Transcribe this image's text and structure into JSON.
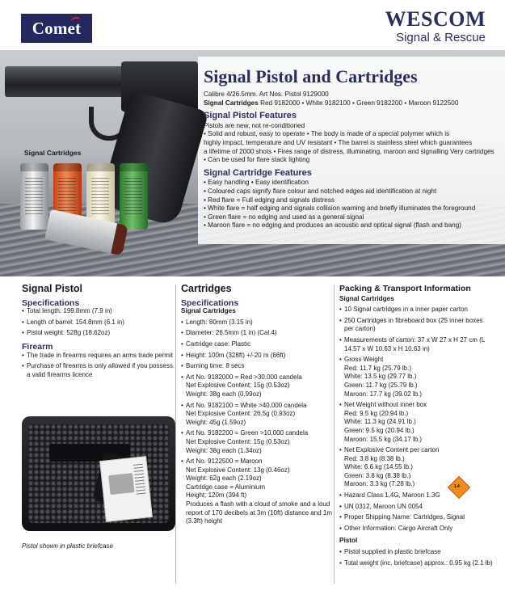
{
  "header": {
    "comet_logo": "Comet",
    "wescom_brand": "WESCOM",
    "wescom_tagline": "Signal & Rescue"
  },
  "hero": {
    "image_caption": "Signal Cartridges",
    "title": "Signal Pistol and Cartridges",
    "calibre_line": "Calibre 4/26.5mm. Art Nos. Pistol 9129000",
    "cartridges_label": "Signal Cartridges",
    "cartridges_line": " Red 9182000 • White 9182100 • Green 9182200 • Maroon 9122500",
    "features_heading": "Signal Pistol Features",
    "features_lines": [
      "Pistols are new, not re-conditioned",
      "• Solid and robust, easy to operate • The body is made of a special polymer which is",
      "highly impact, temperature and UV resistant • The barrel is stainless steel which guarantees",
      "a lifetime of 2000 shots • Fires range of distress, illuminating, maroon and signalling Very cartridges",
      "• Can be used for flare stack lighting"
    ],
    "cart_features_heading": "Signal Cartridge Features",
    "cart_features_lines": [
      "• Easy handling • Easy identification",
      "• Coloured caps signify flare colour and notched edges aid identification at night",
      "• Red flare = Full edging and signals distress",
      "• White flare = half edging and signals collision warning and briefly illuminates the foreground",
      "• Green flare = no edging and used as a general signal",
      "• Maroon flare = no edging and produces an acoustic and optical signal (flash and bang)"
    ]
  },
  "col1": {
    "title": "Signal Pistol",
    "spec_heading": "Specifications",
    "specs": [
      "Total length: 199.8mm (7.9 in)",
      "Length of barrel: 154.8mm (6.1 in)",
      "Pistol weight: 528g (18.62oz)"
    ],
    "firearm_heading": "Firearm",
    "firearm_items": [
      "The trade in firearms requires an arms trade permit",
      "Purchase of firearms is only allowed if you possess a valid firearms licence"
    ],
    "caption": "Pistol shown in plastic briefcase"
  },
  "col2": {
    "title": "Cartridges",
    "spec_heading": "Specifications",
    "sub_heading": "Signal Cartridges",
    "items": [
      [
        "Length: 80mm (3.15 in)"
      ],
      [
        "Diameter: 26.5mm (1 in) (Cal.4)"
      ],
      [
        "Cartridge case: Plastic"
      ],
      [
        "Height: 100m (328ft) +/-20 m (66ft)"
      ],
      [
        "Burning time: 8 secs"
      ],
      [
        "Art No. 9182000 = Red >30,000 candela",
        "Net Explosive Content: 15g (0.53oz)",
        "Weight: 38g each (0.99oz)"
      ],
      [
        "Art No. 9182100 = White >40,000 candela",
        "Net Explosive Content: 26.5g (0.93oz)",
        "Weight: 45g (1.59oz)"
      ],
      [
        "Art No. 9182200 = Green >10,000 candela",
        "Net Explosive Content: 15g (0.53oz)",
        "Weight: 38g each (1.34oz)"
      ],
      [
        "Art No. 9122500 = Maroon",
        "Net Explosive Content: 13g (0.46oz)",
        "Weight: 62g each (2.19oz)",
        "Cartridge case = Aluminium",
        "Height: 120m (394 ft)"
      ]
    ],
    "maroon_note": "Produces a flash with a cloud of smoke and a loud report of 170 decibels at 3m (10ft) distance and 1m (3.3ft) height"
  },
  "col3": {
    "title": "Packing & Transport Information",
    "sub_heading": "Signal Cartridges",
    "items": [
      [
        "10 Signal cartridges in a inner paper carton"
      ],
      [
        "250 Cartridges in fibreboard box (25 inner boxes per carton)"
      ],
      [
        "Measurements of carton: 37 x W 27 x H 27 cm (L 14.57 x W 10.63 x H 10.63 in)"
      ],
      [
        "Gross Weight",
        "Red: 11.7 kg (25.79 lb.)",
        "White: 13.5 kg (29.77 lb.)",
        "Green: 11.7 kg (25.79 lb.)",
        "Maroon: 17.7 kg (39.02 lb.)"
      ],
      [
        "Net Weight without inner box",
        "Red: 9.5 kg (20.94 lb.)",
        "White: 11.3 kg (24.91 lb.)",
        "Green: 9.5 kg (20.94 lb.)",
        "Maroon: 15.5 kg (34.17 lb.)"
      ],
      [
        "Net Explosive Content per carton",
        "Red: 3.8 kg (8.38 lb.)",
        "White: 6.6 kg (14.55 lb.)",
        "Green: 3.8 kg (8.38 lb.)",
        "Maroon: 3.3 kg (7.28 lb.)"
      ],
      [
        "Hazard Class 1.4G, Maroon 1.3G"
      ],
      [
        "UN 0312, Maroon UN 0054"
      ],
      [
        "Proper Shipping Name: Cartridges, Signal"
      ],
      [
        "Other Information: Cargo Aircraft Only"
      ]
    ],
    "pistol_heading": "Pistol",
    "pistol_items": [
      [
        "Pistol supplied in plastic briefcase"
      ],
      [
        "Total weight (inc. briefcase) approx.: 0.95 kg (2.1 lb)"
      ]
    ],
    "hazard_label": "1.4"
  }
}
